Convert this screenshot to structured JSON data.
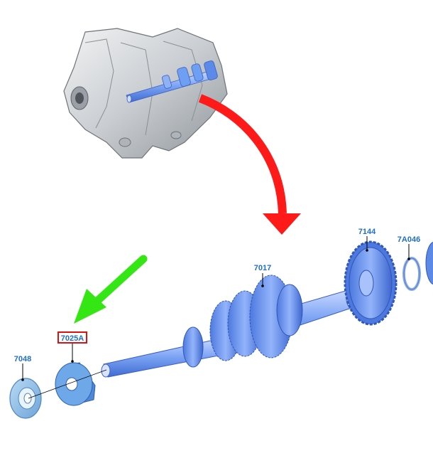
{
  "diagram": {
    "callouts": [
      {
        "id": "7048",
        "label": "7048"
      },
      {
        "id": "7025A",
        "label": "7025A",
        "highlighted": true
      },
      {
        "id": "7017",
        "label": "7017"
      },
      {
        "id": "7144",
        "label": "7144"
      },
      {
        "id": "7A046",
        "label": "7A046"
      }
    ],
    "colors": {
      "part_blue": "#6f9ff2",
      "part_dark": "#3d6ed6",
      "label_blue": "#1f6fc4",
      "highlight_red": "#e01010",
      "arrow_red": "#ff1a1a",
      "arrow_green": "#33e614",
      "housing_gray": "#d9dcdf"
    }
  }
}
